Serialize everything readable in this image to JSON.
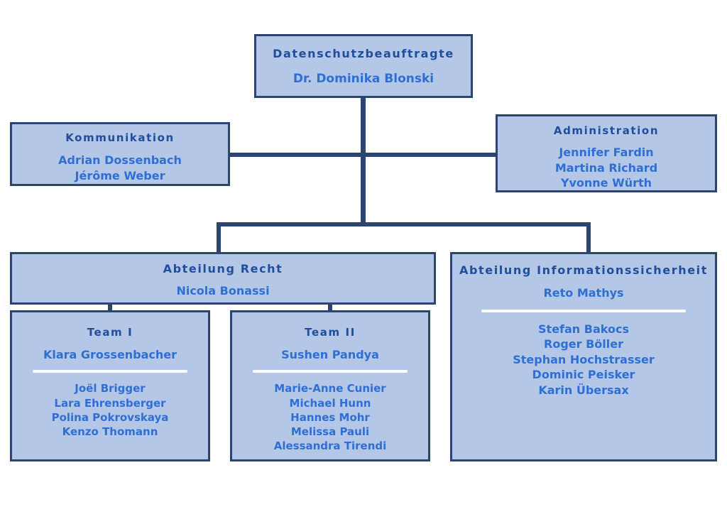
{
  "chart_data": {
    "type": "diagram",
    "title": "Organigramm Datenschutzbeauftragte",
    "layout": "org-chart",
    "colors": {
      "box_fill": "#b4c7e7",
      "box_border": "#2b4570",
      "connector": "#2b4570",
      "title_text": "#1f4e9c",
      "name_text": "#2e6fd4",
      "divider": "#ffffff",
      "background": "#ffffff"
    }
  },
  "nodes": {
    "dpo": {
      "title": "Datenschutzbeauftragte",
      "lead": "Dr. Dominika Blonski"
    },
    "kommunikation": {
      "title": "Kommunikation",
      "members": [
        "Adrian Dossenbach",
        "Jérôme Weber"
      ]
    },
    "administration": {
      "title": "Administration",
      "members": [
        "Jennifer Fardin",
        "Martina Richard",
        "Yvonne Würth"
      ]
    },
    "recht": {
      "title": "Abteilung  Recht",
      "lead": "Nicola Bonassi"
    },
    "infosec": {
      "title": "Abteilung  Informationssicherheit",
      "lead": "Reto Mathys",
      "members": [
        "Stefan Bakocs",
        "Roger Böller",
        "Stephan Hochstrasser",
        "Dominic Peisker",
        "Karin Übersax"
      ]
    },
    "team1": {
      "title": "Team I",
      "lead": "Klara Grossenbacher",
      "members": [
        "Joël Brigger",
        "Lara Ehrensberger",
        "Polina Pokrovskaya",
        "Kenzo Thomann"
      ]
    },
    "team2": {
      "title": "Team II",
      "lead": "Sushen Pandya",
      "members": [
        "Marie-Anne Cunier",
        "Michael Hunn",
        "Hannes Mohr",
        "Melissa Pauli",
        "Alessandra Tirendi"
      ]
    }
  }
}
